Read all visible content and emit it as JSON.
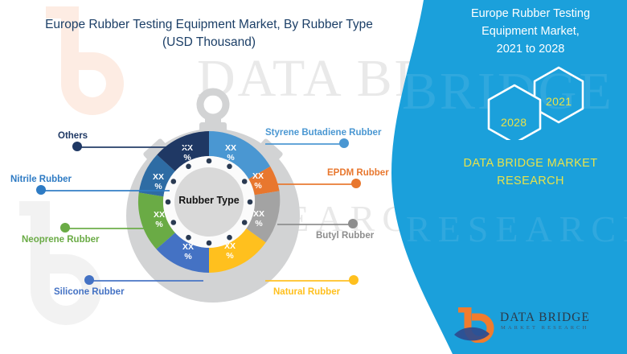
{
  "chart_title": {
    "line1": "Europe Rubber Testing Equipment Market,  By Rubber Type",
    "line2": "(USD Thousand)"
  },
  "donut": {
    "center_label": "Rubber Type",
    "value_placeholder": "XX",
    "percent_symbol": "%"
  },
  "chart_data": {
    "type": "pie",
    "title": "Europe Rubber Testing Equipment Market,  By Rubber Type (USD Thousand)",
    "subtitle": "Rubber Type",
    "xlabel": "",
    "ylabel": "",
    "legend_position": "callout-labels",
    "grid": false,
    "value_labels_hidden": true,
    "value_label_text": "XX %",
    "categories": [
      "Styrene Butadiene Rubber",
      "EPDM Rubber",
      "Butyl Rubber",
      "Natural Rubber",
      "Silicone Rubber",
      "Neoprene Rubber",
      "Nitrile Rubber",
      "Others"
    ],
    "values": [
      16,
      11,
      12,
      12,
      12,
      13,
      12,
      12
    ],
    "colors": [
      "#4a97d2",
      "#e8772e",
      "#a3a3a3",
      "#ffc01e",
      "#4472c4",
      "#6aab45",
      "#2e6ca4",
      "#1f3864"
    ]
  },
  "callouts": [
    {
      "label": "Styrene Butadiene Rubber",
      "color": "#4a97d2"
    },
    {
      "label": "EPDM Rubber",
      "color": "#e8772e"
    },
    {
      "label": "Butyl Rubber",
      "color": "#8d8d8d"
    },
    {
      "label": "Natural Rubber",
      "color": "#ffc01e"
    },
    {
      "label": "Silicone Rubber",
      "color": "#4472c4"
    },
    {
      "label": "Neoprene Rubber",
      "color": "#6aab45"
    },
    {
      "label": "Nitrile Rubber",
      "color": "#2e7bc4"
    },
    {
      "label": "Others",
      "color": "#1f3864"
    }
  ],
  "panel": {
    "title_line1": "Europe Rubber Testing",
    "title_line2": "Equipment Market,",
    "title_line3": "2021 to 2028",
    "hex_front": "2028",
    "hex_back": "2021",
    "brand_line1": "DATA BRIDGE MARKET",
    "brand_line2": "RESEARCH",
    "background_color": "#1ba0db"
  },
  "logo": {
    "title": "DATA BRIDGE",
    "subtitle": "MARKET RESEARCH"
  },
  "watermark": {
    "bridge": "DATA BRIDGE",
    "research": "RESEARCH"
  }
}
